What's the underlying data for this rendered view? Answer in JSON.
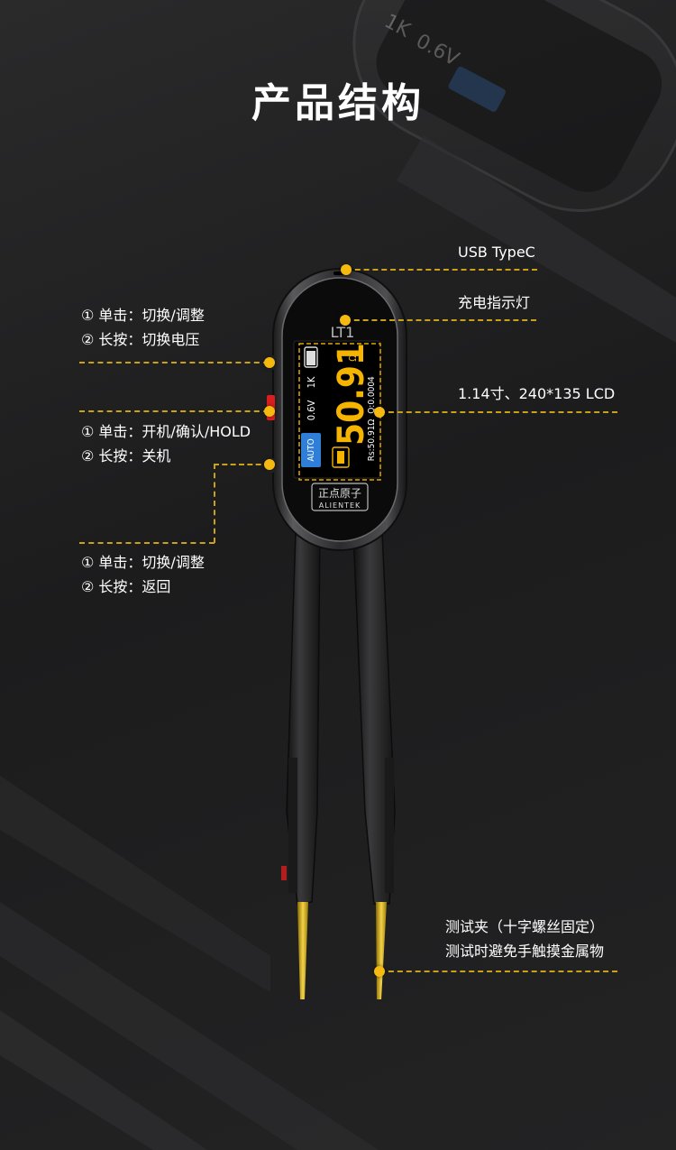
{
  "page_title": "产品结构",
  "device": {
    "model": "LT1",
    "brand_cn": "正点原子",
    "brand_en": "ALIENTEK",
    "screen": {
      "main_value": "50.91",
      "unit": "Ω",
      "voltage": "0.6V",
      "frequency": "1K",
      "mode": "AUTO",
      "q_value": "Q:0.0004",
      "rs_value": "Rs:50.91Ω"
    }
  },
  "callouts": {
    "usb": "USB TypeC",
    "charge": "充电指示灯",
    "lcd": "1.14寸、240*135 LCD",
    "button_top": [
      "① 单击：切换/调整",
      "② 长按：切换电压"
    ],
    "button_mid": [
      "① 单击：开机/确认/HOLD",
      "② 长按：关机"
    ],
    "button_bottom": [
      "① 单击：切换/调整",
      "② 长按：返回"
    ],
    "tips": [
      "测试夹（十字螺丝固定）",
      "测试时避免手触摸金属物"
    ]
  },
  "colors": {
    "accent": "#f5b90f",
    "lcd_value": "#f4b400",
    "auto_badge": "#2f7fd8",
    "power_button": "#d81e1e"
  }
}
